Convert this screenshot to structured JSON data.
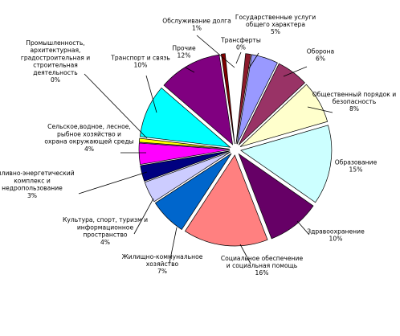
{
  "chart_data": {
    "type": "pie",
    "title": "",
    "unit": "%",
    "slices": [
      {
        "label": [
          "Обслуживание долга"
        ],
        "value_label": "1%",
        "value": 1,
        "color": "#8B1A2B"
      },
      {
        "label": [
          "Государственные услуги",
          "общего характера"
        ],
        "value_label": "5%",
        "value": 5,
        "color": "#9999FF"
      },
      {
        "label": [
          "Оборона"
        ],
        "value_label": "6%",
        "value": 6,
        "color": "#993366"
      },
      {
        "label": [
          "Общественный порядок и",
          "безопасность"
        ],
        "value_label": "8%",
        "value": 8,
        "color": "#FFFFCC"
      },
      {
        "label": [
          "Образование"
        ],
        "value_label": "15%",
        "value": 15,
        "color": "#CCFFFF"
      },
      {
        "label": [
          "Здравоохранение"
        ],
        "value_label": "10%",
        "value": 10,
        "color": "#660066"
      },
      {
        "label": [
          "Социальное обеспечение",
          "и социальная помощь"
        ],
        "value_label": "16%",
        "value": 16,
        "color": "#FF8080"
      },
      {
        "label": [
          "Жилищно-коммунальное",
          "хозяйство"
        ],
        "value_label": "7%",
        "value": 7,
        "color": "#0066CC"
      },
      {
        "label": [
          "Культура, спорт, туризм и",
          "информационное",
          "пространство"
        ],
        "value_label": "4%",
        "value": 4,
        "color": "#CCCCFF"
      },
      {
        "label": [
          "Топливно-энергетический",
          "комплекс и",
          "недропользование"
        ],
        "value_label": "3%",
        "value": 3,
        "color": "#000080"
      },
      {
        "label": [
          "Сельское,водное, лесное,",
          "рыбное хозяйство и",
          "охрана окружающей среды"
        ],
        "value_label": "4%",
        "value": 4,
        "color": "#FF00FF"
      },
      {
        "label": [
          "Промышленность,",
          "архитектурная,",
          "градостроительная и",
          "строительная",
          "деятельность"
        ],
        "value_label": "0%",
        "value": 0,
        "color": "#FFFF00"
      },
      {
        "label": [
          "Транспорт и связь"
        ],
        "value_label": "10%",
        "value": 10,
        "color": "#00FFFF"
      },
      {
        "label": [
          "Прочие"
        ],
        "value_label": "12%",
        "value": 12,
        "color": "#800080"
      },
      {
        "label": [
          "Трансферты"
        ],
        "value_label": "0%",
        "value": 0,
        "color": "#800000"
      }
    ]
  }
}
